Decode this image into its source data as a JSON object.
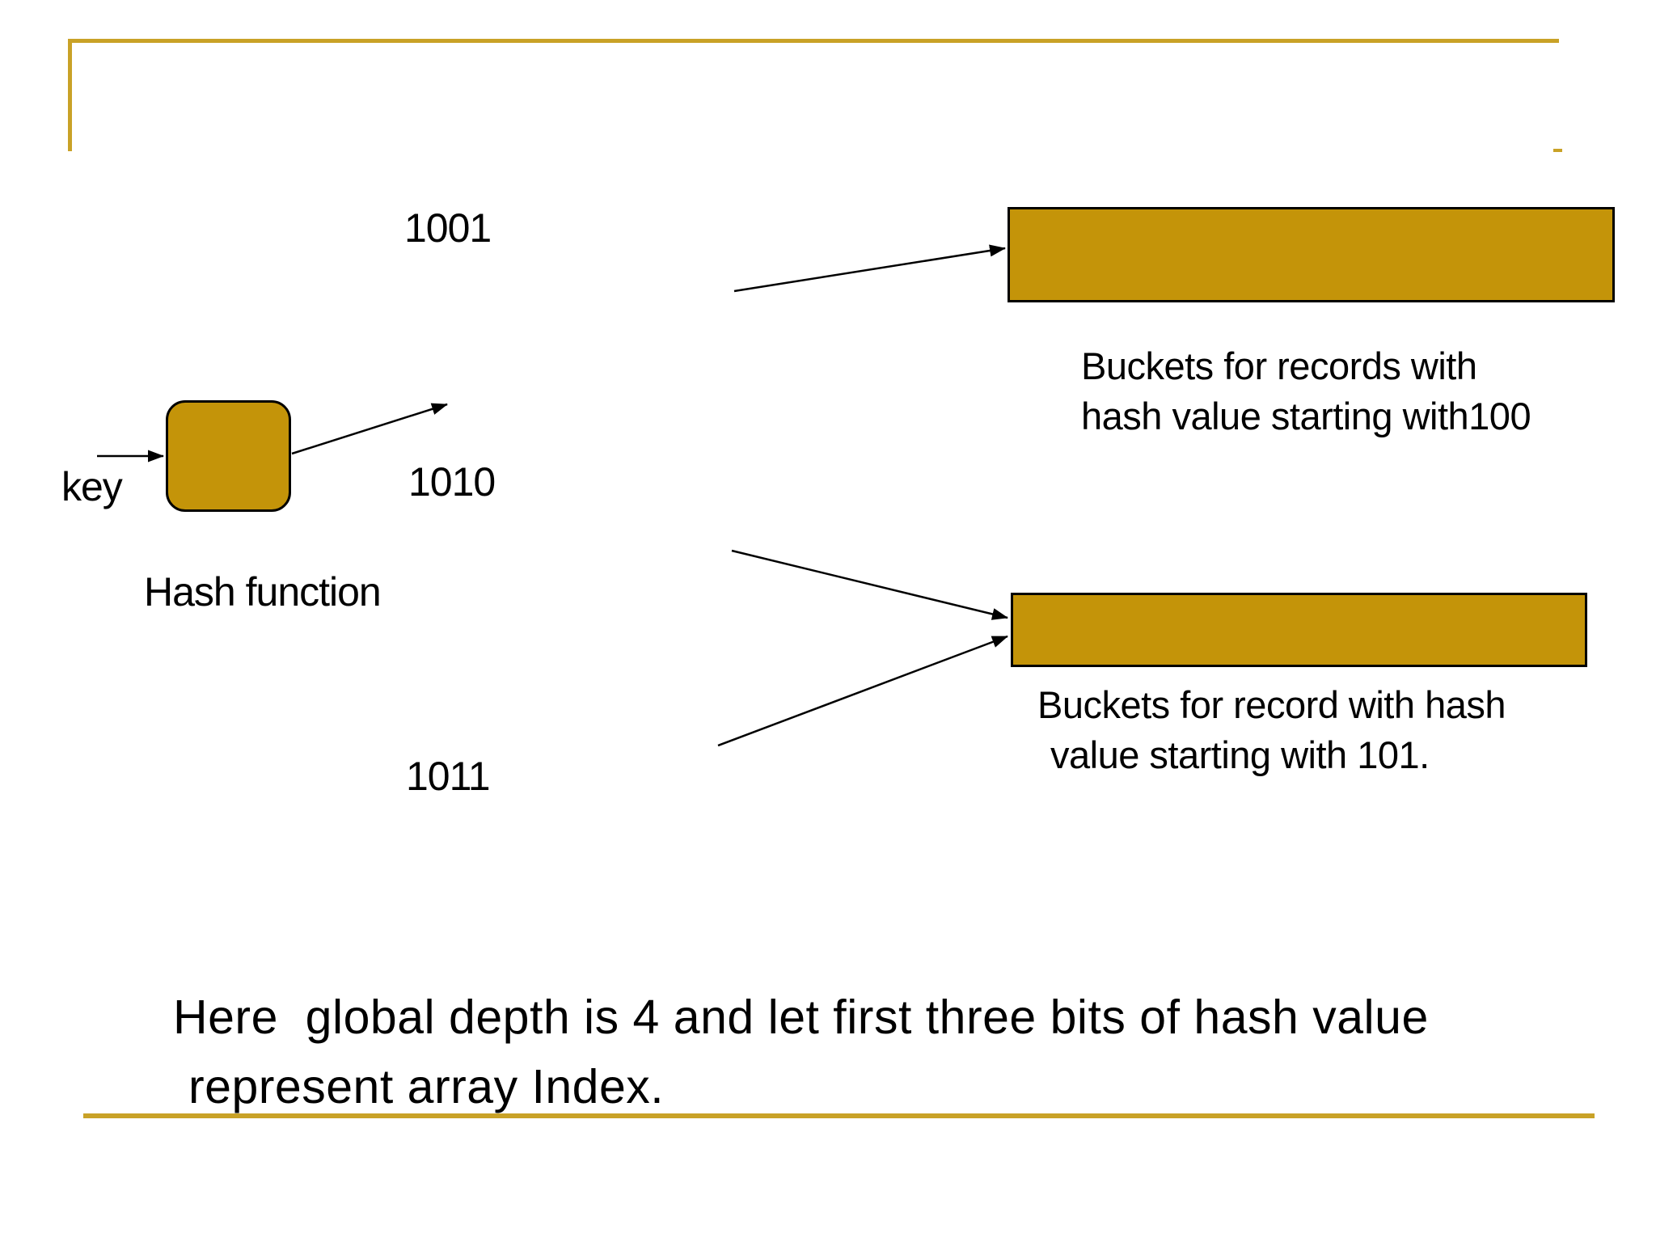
{
  "slide": {
    "colors": {
      "accent_gold": "#C9A227",
      "shape_fill": "#C49409",
      "shape_border": "#000000",
      "text": "#000000",
      "background": "#FFFFFF"
    },
    "hash_function": {
      "input_label": "key",
      "caption": "Hash function"
    },
    "hash_values": {
      "top": "1001",
      "middle": "1010",
      "bottom": "1011"
    },
    "buckets": {
      "bucket_100": {
        "caption_line1": "Buckets for records with",
        "caption_line2": "hash value starting with100"
      },
      "bucket_101": {
        "caption_line1": "Buckets for record with hash",
        "caption_line2": "value starting with 101."
      }
    },
    "footer": {
      "line1": "Here  global depth is 4 and let first three bits of hash value",
      "line2": "represent array Index."
    }
  }
}
